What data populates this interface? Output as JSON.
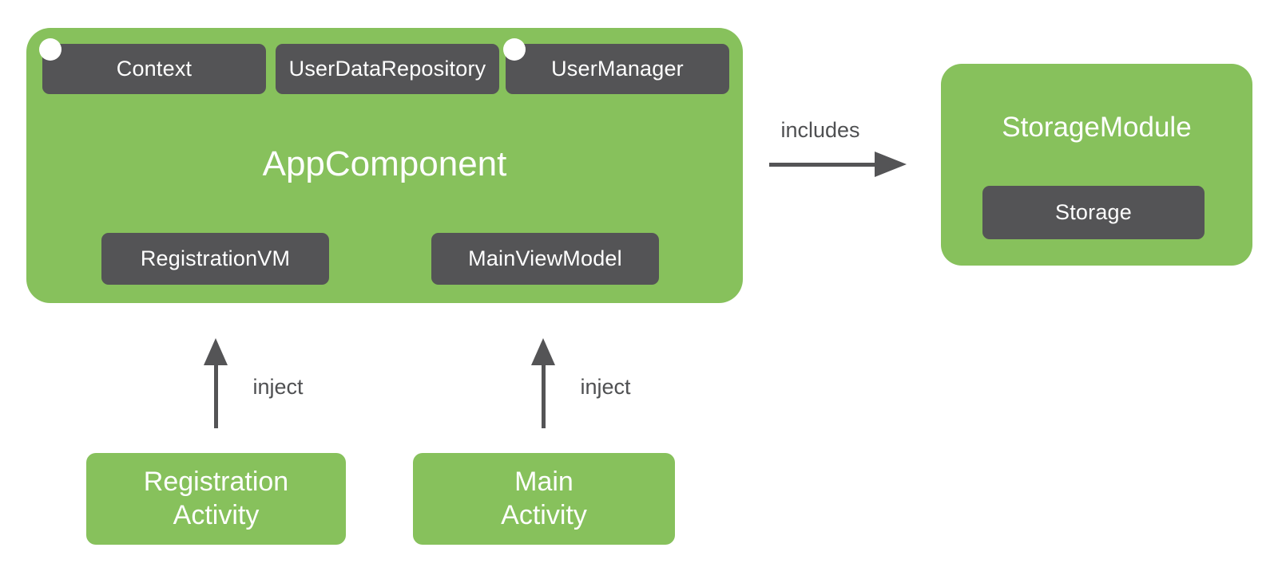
{
  "colors": {
    "component_green": "#87C15C",
    "chip_dark_gray": "#545456",
    "chip_text": "#FFFFFF",
    "relation_label_gray": "#4F5052",
    "marker_dot": "#FFFFFF",
    "background": "#FFFFFF"
  },
  "app_component": {
    "title": "AppComponent",
    "provided_types": [
      {
        "label": "Context",
        "has_marker_dot": true
      },
      {
        "label": "UserDataRepository",
        "has_marker_dot": false
      },
      {
        "label": "UserManager",
        "has_marker_dot": true
      }
    ],
    "view_models": [
      {
        "label": "RegistrationVM"
      },
      {
        "label": "MainViewModel"
      }
    ]
  },
  "storage_module": {
    "title": "StorageModule",
    "binding": {
      "label": "Storage"
    }
  },
  "relations": {
    "includes": {
      "label": "includes",
      "from": "AppComponent",
      "to": "StorageModule"
    },
    "inject_registration": {
      "label": "inject",
      "from": "Registration Activity",
      "to": "AppComponent"
    },
    "inject_main": {
      "label": "inject",
      "from": "Main Activity",
      "to": "AppComponent"
    }
  },
  "activities": [
    {
      "line1": "Registration",
      "line2": "Activity"
    },
    {
      "line1": "Main",
      "line2": "Activity"
    }
  ]
}
